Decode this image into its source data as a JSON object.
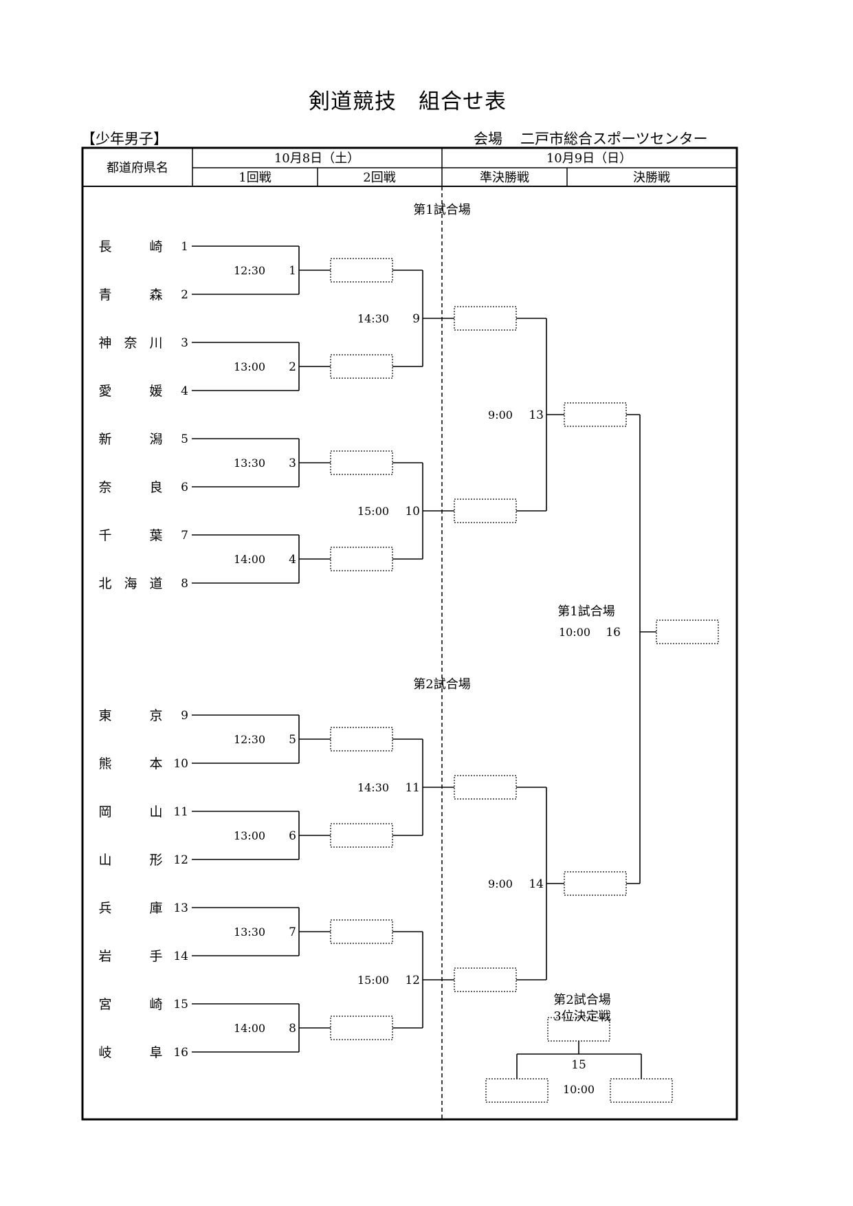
{
  "title": "剣道競技　組合せ表",
  "division": "【少年男子】",
  "venue": {
    "label": "会場",
    "name": "二戸市総合スポーツセンター"
  },
  "header": {
    "prefecture_label": "都道府県名",
    "day1": "10月8日（土）",
    "day2": "10月9日（日）",
    "round1": "1回戦",
    "round2": "2回戦",
    "semifinal": "準決勝戦",
    "final": "決勝戦"
  },
  "courts": {
    "court1": "第1試合場",
    "court2": "第2試合場",
    "third_place_court": "第2試合場",
    "third_place_label": "3位決定戦"
  },
  "teams": [
    {
      "name": "長　崎",
      "seed": "1"
    },
    {
      "name": "青　森",
      "seed": "2"
    },
    {
      "name": "神奈川",
      "seed": "3"
    },
    {
      "name": "愛　媛",
      "seed": "4"
    },
    {
      "name": "新　潟",
      "seed": "5"
    },
    {
      "name": "奈　良",
      "seed": "6"
    },
    {
      "name": "千　葉",
      "seed": "7"
    },
    {
      "name": "北海道",
      "seed": "8"
    },
    {
      "name": "東　京",
      "seed": "9"
    },
    {
      "name": "熊　本",
      "seed": "10"
    },
    {
      "name": "岡　山",
      "seed": "11"
    },
    {
      "name": "山　形",
      "seed": "12"
    },
    {
      "name": "兵　庫",
      "seed": "13"
    },
    {
      "name": "岩　手",
      "seed": "14"
    },
    {
      "name": "宮　崎",
      "seed": "15"
    },
    {
      "name": "岐　阜",
      "seed": "16"
    }
  ],
  "matches": [
    {
      "no": "1",
      "time": "12:30"
    },
    {
      "no": "2",
      "time": "13:00"
    },
    {
      "no": "3",
      "time": "13:30"
    },
    {
      "no": "4",
      "time": "14:00"
    },
    {
      "no": "5",
      "time": "12:30"
    },
    {
      "no": "6",
      "time": "13:00"
    },
    {
      "no": "7",
      "time": "13:30"
    },
    {
      "no": "8",
      "time": "14:00"
    },
    {
      "no": "9",
      "time": "14:30"
    },
    {
      "no": "10",
      "time": "15:00"
    },
    {
      "no": "11",
      "time": "14:30"
    },
    {
      "no": "12",
      "time": "15:00"
    },
    {
      "no": "13",
      "time": "9:00"
    },
    {
      "no": "14",
      "time": "9:00"
    },
    {
      "no": "15",
      "time": "10:00"
    },
    {
      "no": "16",
      "time": "10:00"
    }
  ]
}
